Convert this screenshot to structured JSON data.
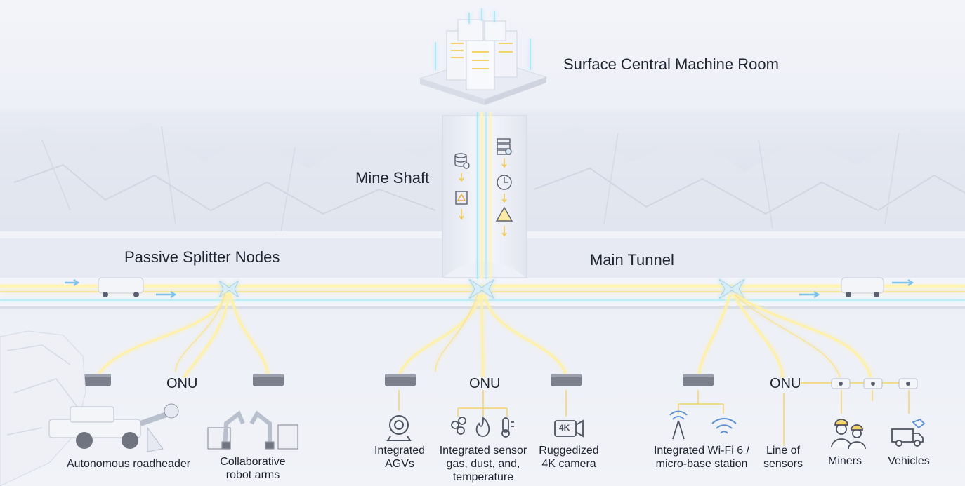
{
  "diagram": {
    "surface_room": "Surface Central Machine Room",
    "mine_shaft": "Mine Shaft",
    "splitter_nodes": "Passive Splitter Nodes",
    "main_tunnel": "Main Tunnel",
    "onu_left": "ONU",
    "onu_center": "ONU",
    "onu_right": "ONU",
    "devices": {
      "roadheader": "Autonomous roadheader",
      "robot_arms": "Collaborative robot arms",
      "agvs": "Integrated AGVs",
      "sensor": "Integrated sensor gas, dust, and, temperature",
      "camera": "Ruggedized 4K camera",
      "wifi": "Integrated Wi-Fi 6 / micro-base station",
      "sensors_line": "Line of sensors",
      "miners": "Miners",
      "vehicles": "Vehicles"
    },
    "camera_badge": "4K"
  },
  "colors": {
    "fiber_glow": "#fff3b8",
    "fiber_core": "#f4d36a",
    "cyan_glow": "#9ee4f5",
    "rock": "#dde2ed",
    "text": "#1f2330"
  }
}
